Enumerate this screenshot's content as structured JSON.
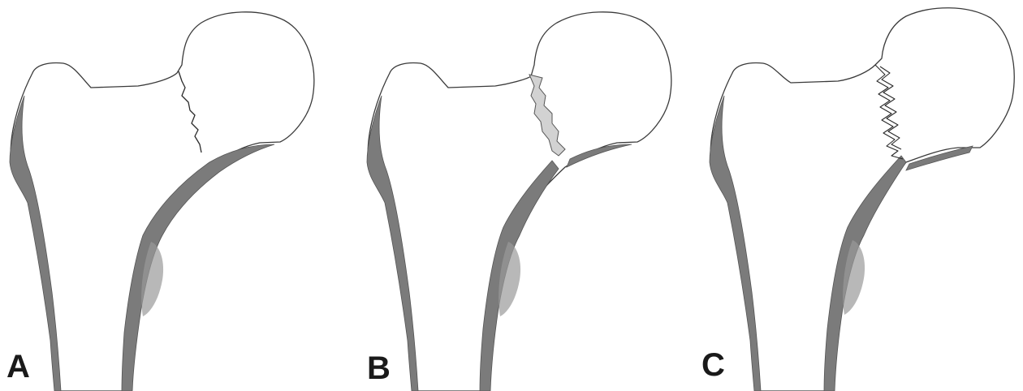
{
  "panels": [
    {
      "label": "A",
      "fracture_type": "line",
      "colors": {
        "cortex": "#7b7b7b",
        "outline": "#3a3a3a"
      }
    },
    {
      "label": "B",
      "fracture_type": "gap",
      "colors": {
        "cortex": "#7b7b7b",
        "gap": "#d2d2d2"
      }
    },
    {
      "label": "C",
      "fracture_type": "zigzag",
      "colors": {
        "cortex": "#7b7b7b",
        "outline": "#3a3a3a"
      }
    }
  ]
}
